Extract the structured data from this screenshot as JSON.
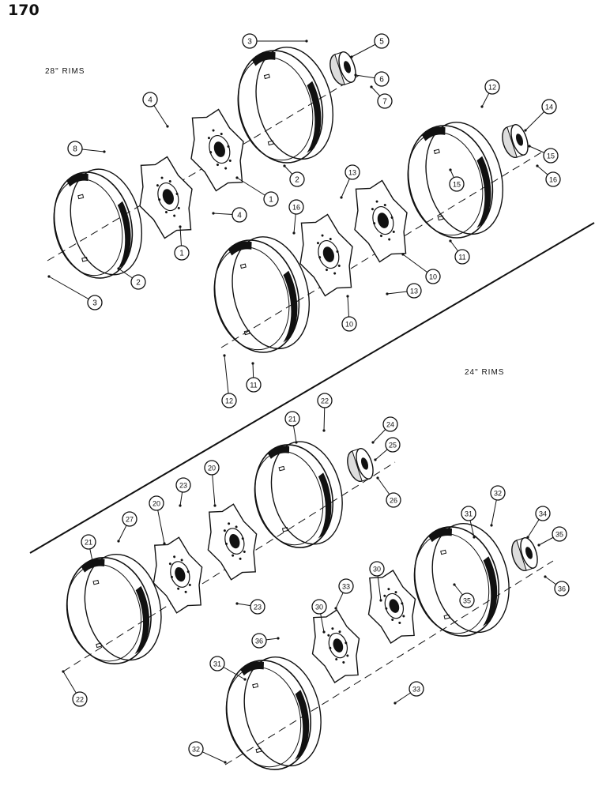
{
  "page_number": "170",
  "sections": {
    "upper": "28\" RIMS",
    "lower": "24\" RIMS"
  },
  "callouts": [
    "1",
    "2",
    "3",
    "4",
    "5",
    "6",
    "7",
    "8",
    "10",
    "11",
    "12",
    "13",
    "14",
    "15",
    "16",
    "20",
    "21",
    "22",
    "23",
    "24",
    "25",
    "26",
    "27",
    "30",
    "31",
    "32",
    "33",
    "34",
    "35",
    "36"
  ]
}
